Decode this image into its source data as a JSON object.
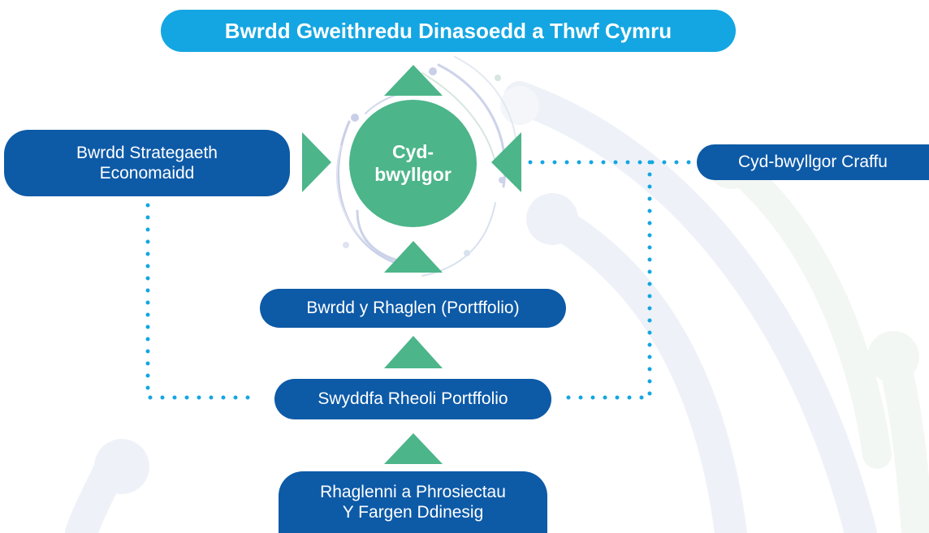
{
  "top_board": "Bwrdd Gweithredu Dinasoedd a Thwf Cymru",
  "joint_committee": {
    "line1": "Cyd-",
    "line2": "bwyllgor"
  },
  "economic_board": {
    "line1": "Bwrdd Strategaeth",
    "line2": "Economaidd"
  },
  "scrutiny_committee": "Cyd-bwyllgor Craffu",
  "programme_board": "Bwrdd y Rhaglen (Portffolio)",
  "portfolio_office": "Swyddfa Rheoli Portffolio",
  "programmes": {
    "line1": "Rhaglenni a Phrosiectau",
    "line2": "Y Fargen Ddinesig"
  },
  "colors": {
    "dark_blue": "#0d5aa7",
    "light_blue": "#14a6e2",
    "green": "#4cb58a",
    "dotted_line": "#14a6e2"
  }
}
